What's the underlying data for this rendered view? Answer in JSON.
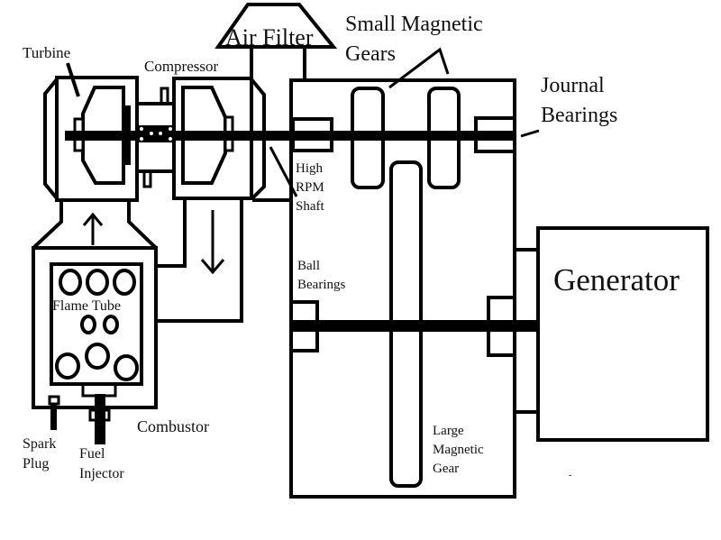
{
  "labels": {
    "turbine": "Turbine",
    "compressor": "Compressor",
    "air_filter": "Air Filter",
    "small_gears_line1": "Small Magnetic",
    "small_gears_line2": "Gears",
    "journal_line1": "Journal",
    "journal_line2": "Bearings",
    "shaft_line1": "High",
    "shaft_line2": "RPM",
    "shaft_line3": "Shaft",
    "ball_line1": "Ball",
    "ball_line2": "Bearings",
    "generator": "Generator",
    "large_gear_line1": "Large",
    "large_gear_line2": "Magnetic",
    "large_gear_line3": "Gear",
    "flame_tube": "Flame Tube",
    "combustor": "Combustor",
    "spark_line1": "Spark",
    "spark_line2": "Plug",
    "fuel_line1": "Fuel",
    "fuel_line2": "Injector",
    "stray_mark": "-"
  }
}
